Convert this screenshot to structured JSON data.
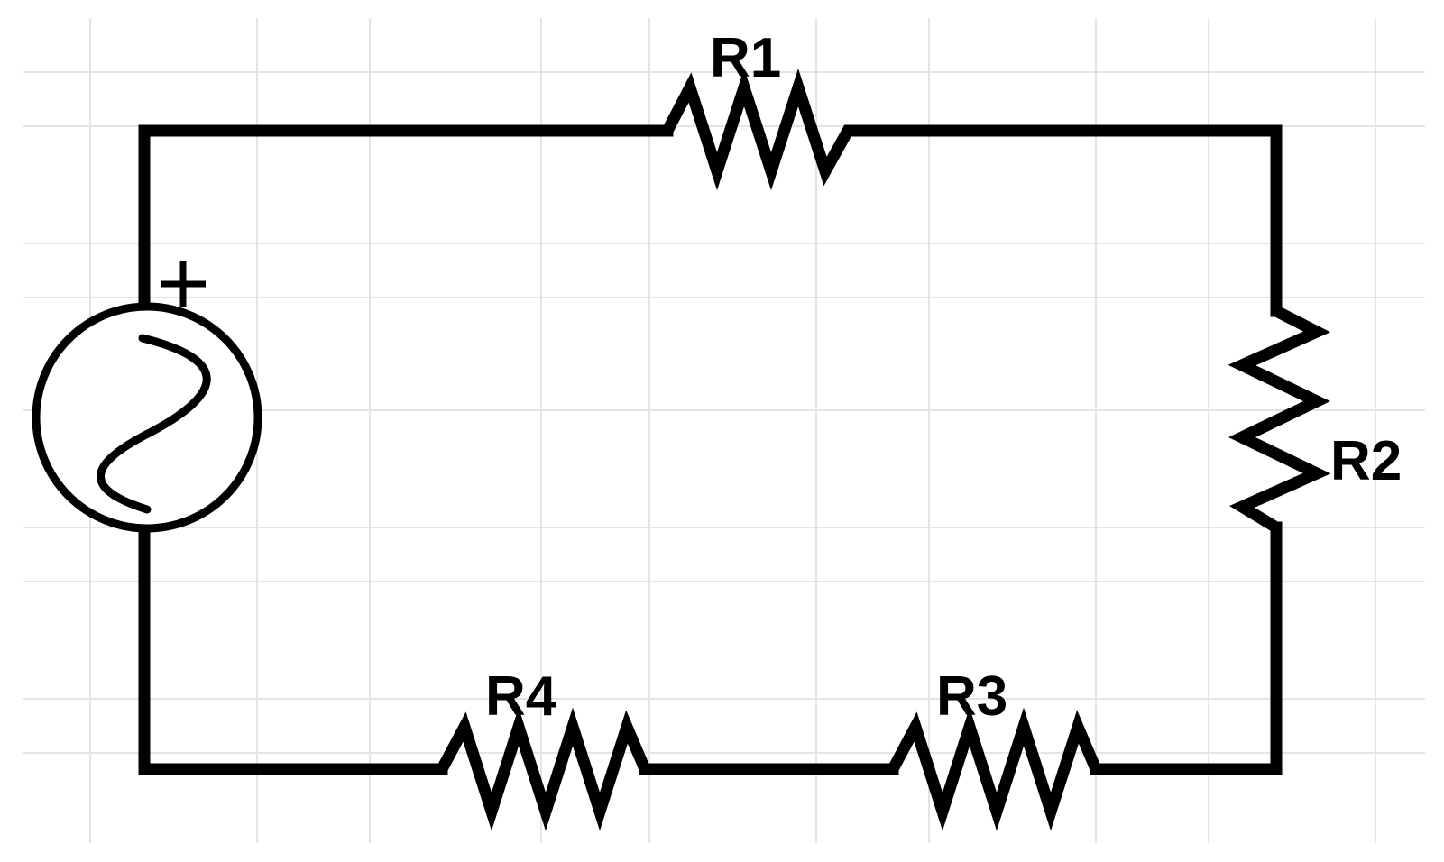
{
  "diagram": {
    "type": "series-circuit",
    "components": [
      {
        "id": "source",
        "kind": "ac-voltage-source",
        "polarity_label": "+"
      },
      {
        "id": "R1",
        "kind": "resistor",
        "label": "R1"
      },
      {
        "id": "R2",
        "kind": "resistor",
        "label": "R2"
      },
      {
        "id": "R3",
        "kind": "resistor",
        "label": "R3"
      },
      {
        "id": "R4",
        "kind": "resistor",
        "label": "R4"
      }
    ],
    "connections": [
      [
        "source+",
        "R1"
      ],
      [
        "R1",
        "R2"
      ],
      [
        "R2",
        "R3"
      ],
      [
        "R3",
        "R4"
      ],
      [
        "R4",
        "source-"
      ]
    ],
    "colors": {
      "background": "#ffffff",
      "grid": "#e4e4e4",
      "stroke": "#000000"
    },
    "grid": true
  }
}
